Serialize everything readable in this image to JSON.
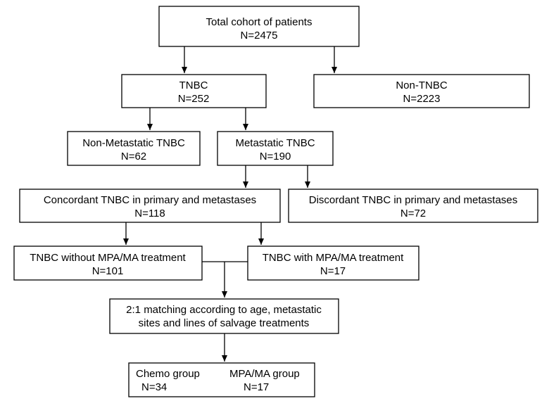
{
  "diagram": {
    "type": "flowchart",
    "line_color": "#000000",
    "box_fill": "#ffffff",
    "nodes": {
      "total_cohort": {
        "lines": [
          "Total cohort of patients",
          "N=2475"
        ]
      },
      "tnbc": {
        "lines": [
          "TNBC",
          "N=252"
        ]
      },
      "non_tnbc": {
        "lines": [
          "Non-TNBC",
          "N=2223"
        ]
      },
      "non_metastatic": {
        "lines": [
          "Non-Metastatic TNBC",
          "N=62"
        ]
      },
      "metastatic": {
        "lines": [
          "Metastatic TNBC",
          "N=190"
        ]
      },
      "concordant": {
        "lines": [
          "Concordant TNBC in primary and metastases",
          "N=118"
        ]
      },
      "discordant": {
        "lines": [
          "Discordant TNBC in primary and metastases",
          "N=72"
        ]
      },
      "without_mpa": {
        "lines": [
          "TNBC without MPA/MA treatment",
          "N=101"
        ]
      },
      "with_mpa": {
        "lines": [
          "TNBC with MPA/MA treatment",
          "N=17"
        ]
      },
      "matching": {
        "lines": [
          "2:1 matching according to age, metastatic",
          "sites and lines of salvage treatments"
        ]
      },
      "groups": {
        "chemo": {
          "lines": [
            "Chemo group",
            "N=34"
          ]
        },
        "mpa": {
          "lines": [
            "MPA/MA group",
            "N=17"
          ]
        }
      }
    },
    "edges": [
      {
        "from": "total_cohort",
        "to": "tnbc"
      },
      {
        "from": "total_cohort",
        "to": "non_tnbc"
      },
      {
        "from": "tnbc",
        "to": "non_metastatic"
      },
      {
        "from": "tnbc",
        "to": "metastatic"
      },
      {
        "from": "metastatic",
        "to": "concordant"
      },
      {
        "from": "metastatic",
        "to": "discordant"
      },
      {
        "from": "concordant",
        "to": "without_mpa"
      },
      {
        "from": "concordant",
        "to": "with_mpa"
      },
      {
        "from": [
          "without_mpa",
          "with_mpa"
        ],
        "to": "matching"
      },
      {
        "from": "matching",
        "to": "groups"
      }
    ]
  }
}
